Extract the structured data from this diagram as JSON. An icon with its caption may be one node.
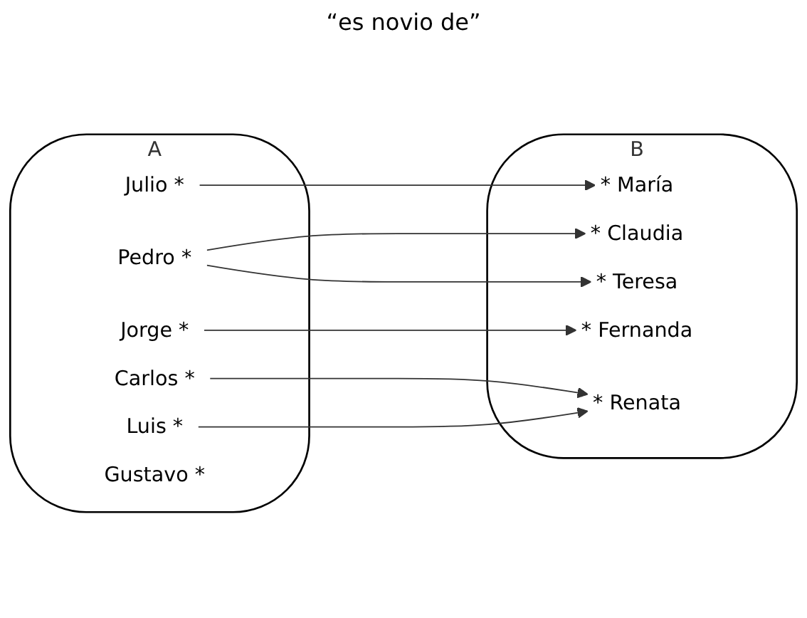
{
  "diagram": {
    "title": "“es novio de”",
    "nodes": [
      {
        "text": [
          "A"
        ]
      },
      {
        "text": [
          "Julio *"
        ],
        "in": 0
      },
      {
        "text": [
          "Jorge *"
        ],
        "in": 0
      },
      {
        "text": [
          "Pedro *"
        ],
        "in": 0
      },
      {
        "text": [
          "Carlos *"
        ],
        "in": 0
      },
      {
        "text": [
          "Luis *"
        ],
        "in": 0
      },
      {
        "text": [
          "Gustavo *"
        ],
        "in": 0
      },
      {
        "text": [
          "B"
        ]
      },
      {
        "text": [
          "* María"
        ],
        "in": 7
      },
      {
        "text": [
          "* Claudia"
        ],
        "in": 7
      },
      {
        "text": [
          "* Teresa"
        ],
        "in": 7
      },
      {
        "text": [
          "* Fernanda"
        ],
        "in": 7
      },
      {
        "text": [
          "* Renata"
        ],
        "in": 7
      }
    ],
    "edges": [
      {
        "from": 1,
        "to": 8,
        "arrow": "to"
      },
      {
        "from": 2,
        "to": 11,
        "arrow": "to"
      },
      {
        "from": 3,
        "to": 9,
        "arrow": "to"
      },
      {
        "from": 3,
        "to": 10,
        "arrow": "to"
      },
      {
        "from": 4,
        "to": 12,
        "arrow": "to"
      },
      {
        "from": 5,
        "to": 12,
        "arrow": "to"
      }
    ]
  }
}
